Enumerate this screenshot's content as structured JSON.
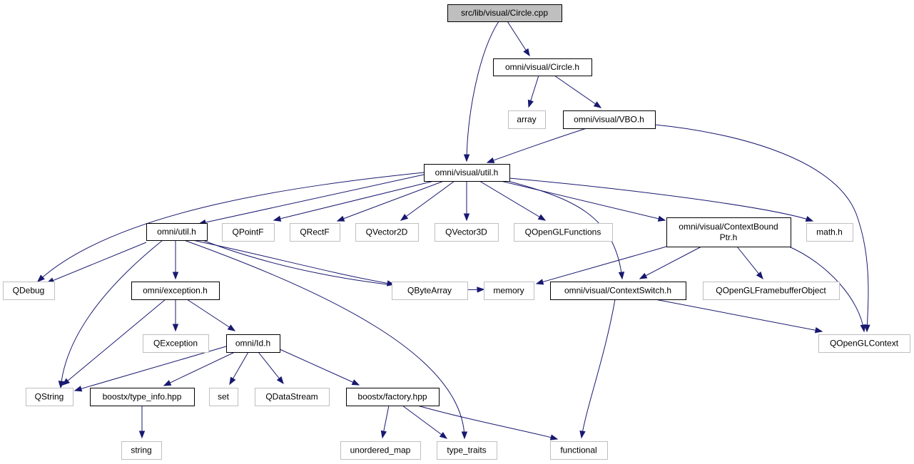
{
  "graph": {
    "colors": {
      "edge": "#191970",
      "root_fill": "#bfbfbf",
      "node_border": "#000000",
      "external_border": "#bfbfbf"
    },
    "nodes": [
      {
        "id": "root",
        "label": "src/lib/visual/Circle.cpp",
        "kind": "root"
      },
      {
        "id": "circle_h",
        "label": "omni/visual/Circle.h",
        "kind": "project"
      },
      {
        "id": "array",
        "label": "array",
        "kind": "external"
      },
      {
        "id": "vbo_h",
        "label": "omni/visual/VBO.h",
        "kind": "project"
      },
      {
        "id": "vutil_h",
        "label": "omni/visual/util.h",
        "kind": "project"
      },
      {
        "id": "util_h",
        "label": "omni/util.h",
        "kind": "project"
      },
      {
        "id": "qpointf",
        "label": "QPointF",
        "kind": "external"
      },
      {
        "id": "qrectf",
        "label": "QRectF",
        "kind": "external"
      },
      {
        "id": "qvector2d",
        "label": "QVector2D",
        "kind": "external"
      },
      {
        "id": "qvector3d",
        "label": "QVector3D",
        "kind": "external"
      },
      {
        "id": "qoglfunctions",
        "label": "QOpenGLFunctions",
        "kind": "external"
      },
      {
        "id": "ctxbound",
        "label": [
          "omni/visual/ContextBound",
          "Ptr.h"
        ],
        "kind": "project"
      },
      {
        "id": "math_h",
        "label": "math.h",
        "kind": "external"
      },
      {
        "id": "qdebug",
        "label": "QDebug",
        "kind": "external"
      },
      {
        "id": "exception_h",
        "label": "omni/exception.h",
        "kind": "project"
      },
      {
        "id": "qbytearray",
        "label": "QByteArray",
        "kind": "external"
      },
      {
        "id": "memory",
        "label": "memory",
        "kind": "external"
      },
      {
        "id": "ctxswitch",
        "label": "omni/visual/ContextSwitch.h",
        "kind": "project"
      },
      {
        "id": "qoglfbo",
        "label": "QOpenGLFramebufferObject",
        "kind": "external"
      },
      {
        "id": "qexception",
        "label": "QException",
        "kind": "external"
      },
      {
        "id": "id_h",
        "label": "omni/Id.h",
        "kind": "project"
      },
      {
        "id": "qoglcontext",
        "label": "QOpenGLContext",
        "kind": "external"
      },
      {
        "id": "qstring",
        "label": "QString",
        "kind": "external"
      },
      {
        "id": "typeinfo",
        "label": "boostx/type_info.hpp",
        "kind": "project"
      },
      {
        "id": "set",
        "label": "set",
        "kind": "external"
      },
      {
        "id": "qdatastream",
        "label": "QDataStream",
        "kind": "external"
      },
      {
        "id": "factory",
        "label": "boostx/factory.hpp",
        "kind": "project"
      },
      {
        "id": "string",
        "label": "string",
        "kind": "external"
      },
      {
        "id": "unordered_map",
        "label": "unordered_map",
        "kind": "external"
      },
      {
        "id": "type_traits",
        "label": "type_traits",
        "kind": "external"
      },
      {
        "id": "functional",
        "label": "functional",
        "kind": "external"
      }
    ],
    "edges": [
      {
        "from": "root",
        "to": "circle_h"
      },
      {
        "from": "root",
        "to": "vutil_h"
      },
      {
        "from": "circle_h",
        "to": "array"
      },
      {
        "from": "circle_h",
        "to": "vbo_h"
      },
      {
        "from": "vbo_h",
        "to": "vutil_h"
      },
      {
        "from": "vbo_h",
        "to": "qoglcontext"
      },
      {
        "from": "vutil_h",
        "to": "util_h"
      },
      {
        "from": "vutil_h",
        "to": "qpointf"
      },
      {
        "from": "vutil_h",
        "to": "qrectf"
      },
      {
        "from": "vutil_h",
        "to": "qvector2d"
      },
      {
        "from": "vutil_h",
        "to": "qvector3d"
      },
      {
        "from": "vutil_h",
        "to": "qoglfunctions"
      },
      {
        "from": "vutil_h",
        "to": "ctxbound"
      },
      {
        "from": "vutil_h",
        "to": "math_h"
      },
      {
        "from": "vutil_h",
        "to": "qdebug"
      },
      {
        "from": "vutil_h",
        "to": "ctxswitch"
      },
      {
        "from": "util_h",
        "to": "qdebug"
      },
      {
        "from": "util_h",
        "to": "exception_h"
      },
      {
        "from": "util_h",
        "to": "qbytearray"
      },
      {
        "from": "util_h",
        "to": "memory"
      },
      {
        "from": "util_h",
        "to": "qstring"
      },
      {
        "from": "util_h",
        "to": "type_traits"
      },
      {
        "from": "ctxbound",
        "to": "memory"
      },
      {
        "from": "ctxbound",
        "to": "ctxswitch"
      },
      {
        "from": "ctxbound",
        "to": "qoglfbo"
      },
      {
        "from": "ctxbound",
        "to": "qoglcontext"
      },
      {
        "from": "ctxswitch",
        "to": "qoglcontext"
      },
      {
        "from": "ctxswitch",
        "to": "functional"
      },
      {
        "from": "exception_h",
        "to": "qexception"
      },
      {
        "from": "exception_h",
        "to": "id_h"
      },
      {
        "from": "exception_h",
        "to": "qstring"
      },
      {
        "from": "id_h",
        "to": "qstring"
      },
      {
        "from": "id_h",
        "to": "typeinfo"
      },
      {
        "from": "id_h",
        "to": "set"
      },
      {
        "from": "id_h",
        "to": "qdatastream"
      },
      {
        "from": "id_h",
        "to": "factory"
      },
      {
        "from": "typeinfo",
        "to": "string"
      },
      {
        "from": "factory",
        "to": "unordered_map"
      },
      {
        "from": "factory",
        "to": "type_traits"
      },
      {
        "from": "factory",
        "to": "functional"
      }
    ]
  }
}
